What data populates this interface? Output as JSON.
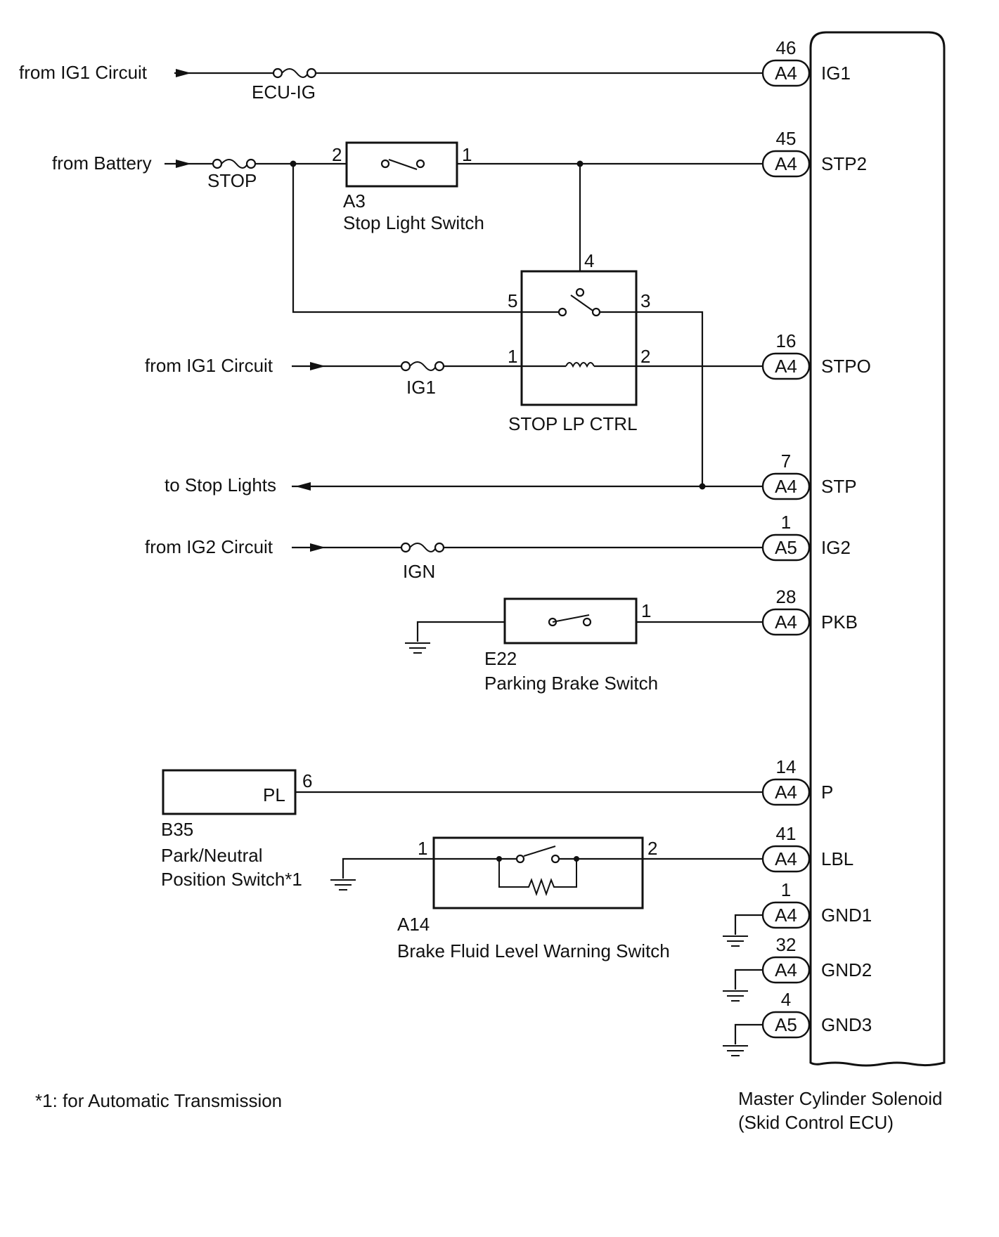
{
  "ecu": {
    "title_line1": "Master Cylinder Solenoid",
    "title_line2": "(Skid Control ECU)"
  },
  "footnote": "*1: for Automatic Transmission",
  "inputs": {
    "ig1_top": "from IG1 Circuit",
    "battery": "from Battery",
    "ig1_mid": "from IG1 Circuit",
    "stop_lights": "to Stop Lights",
    "ig2": "from IG2 Circuit"
  },
  "fuses": {
    "ecu_ig": "ECU-IG",
    "stop": "STOP",
    "ig1": "IG1",
    "ign": "IGN"
  },
  "components": {
    "a3": {
      "code": "A3",
      "name": "Stop Light Switch",
      "pin_left": "2",
      "pin_right": "1"
    },
    "relay": {
      "name": "STOP LP CTRL",
      "pin4": "4",
      "pin5": "5",
      "pin3": "3",
      "pin1": "1",
      "pin2": "2"
    },
    "e22": {
      "code": "E22",
      "name": "Parking Brake Switch",
      "pin": "1"
    },
    "b35": {
      "code": "B35",
      "name_line1": "Park/Neutral",
      "name_line2": "Position Switch*1",
      "box_label": "PL",
      "pin": "6"
    },
    "a14": {
      "code": "A14",
      "name": "Brake Fluid Level Warning Switch",
      "pin_left": "1",
      "pin_right": "2"
    }
  },
  "connectors": [
    {
      "pin": "46",
      "conn": "A4",
      "signal": "IG1"
    },
    {
      "pin": "45",
      "conn": "A4",
      "signal": "STP2"
    },
    {
      "pin": "16",
      "conn": "A4",
      "signal": "STPO"
    },
    {
      "pin": "7",
      "conn": "A4",
      "signal": "STP"
    },
    {
      "pin": "1",
      "conn": "A5",
      "signal": "IG2"
    },
    {
      "pin": "28",
      "conn": "A4",
      "signal": "PKB"
    },
    {
      "pin": "14",
      "conn": "A4",
      "signal": "P"
    },
    {
      "pin": "41",
      "conn": "A4",
      "signal": "LBL"
    },
    {
      "pin": "1",
      "conn": "A4",
      "signal": "GND1"
    },
    {
      "pin": "32",
      "conn": "A4",
      "signal": "GND2"
    },
    {
      "pin": "4",
      "conn": "A5",
      "signal": "GND3"
    }
  ]
}
